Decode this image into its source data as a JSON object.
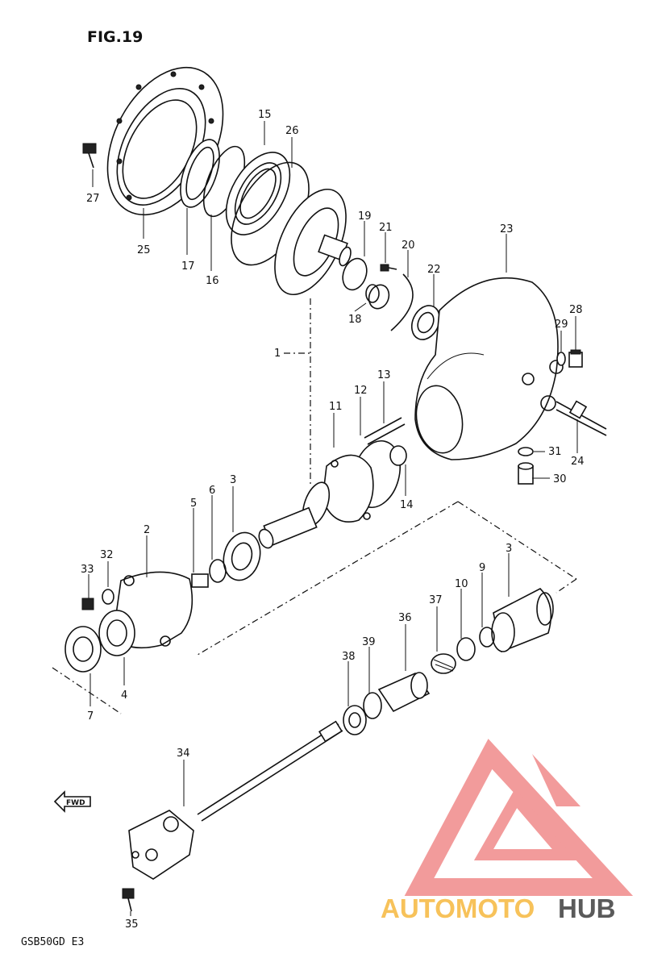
{
  "figure": {
    "title": "FIG.19",
    "model_code": "GSB50GD E3"
  },
  "fwd_arrow": {
    "label": "FWD"
  },
  "watermark": {
    "text_part1": "AUTOMOTO",
    "text_part2": "HUB",
    "color_primary": "#f08a8a",
    "color_accent": "#f7c25a",
    "color_dark": "#5a5a5a"
  },
  "callouts": [
    {
      "key": "27",
      "text": "27"
    },
    {
      "key": "25",
      "text": "25"
    },
    {
      "key": "17",
      "text": "17"
    },
    {
      "key": "16",
      "text": "16"
    },
    {
      "key": "15",
      "text": "15"
    },
    {
      "key": "26",
      "text": "26"
    },
    {
      "key": "19",
      "text": "19"
    },
    {
      "key": "21",
      "text": "21"
    },
    {
      "key": "20",
      "text": "20"
    },
    {
      "key": "22",
      "text": "22"
    },
    {
      "key": "18",
      "text": "18"
    },
    {
      "key": "23",
      "text": "23"
    },
    {
      "key": "28",
      "text": "28"
    },
    {
      "key": "29",
      "text": "29"
    },
    {
      "key": "1",
      "text": "1"
    },
    {
      "key": "13",
      "text": "13"
    },
    {
      "key": "12",
      "text": "12"
    },
    {
      "key": "11",
      "text": "11"
    },
    {
      "key": "24",
      "text": "24"
    },
    {
      "key": "31",
      "text": "31"
    },
    {
      "key": "30",
      "text": "30"
    },
    {
      "key": "14",
      "text": "14"
    },
    {
      "key": "3a",
      "text": "3"
    },
    {
      "key": "6",
      "text": "6"
    },
    {
      "key": "5",
      "text": "5"
    },
    {
      "key": "2",
      "text": "2"
    },
    {
      "key": "32",
      "text": "32"
    },
    {
      "key": "33",
      "text": "33"
    },
    {
      "key": "3b",
      "text": "3"
    },
    {
      "key": "9",
      "text": "9"
    },
    {
      "key": "10",
      "text": "10"
    },
    {
      "key": "37",
      "text": "37"
    },
    {
      "key": "36",
      "text": "36"
    },
    {
      "key": "39",
      "text": "39"
    },
    {
      "key": "38",
      "text": "38"
    },
    {
      "key": "4",
      "text": "4"
    },
    {
      "key": "7",
      "text": "7"
    },
    {
      "key": "34",
      "text": "34"
    },
    {
      "key": "35",
      "text": "35"
    }
  ]
}
